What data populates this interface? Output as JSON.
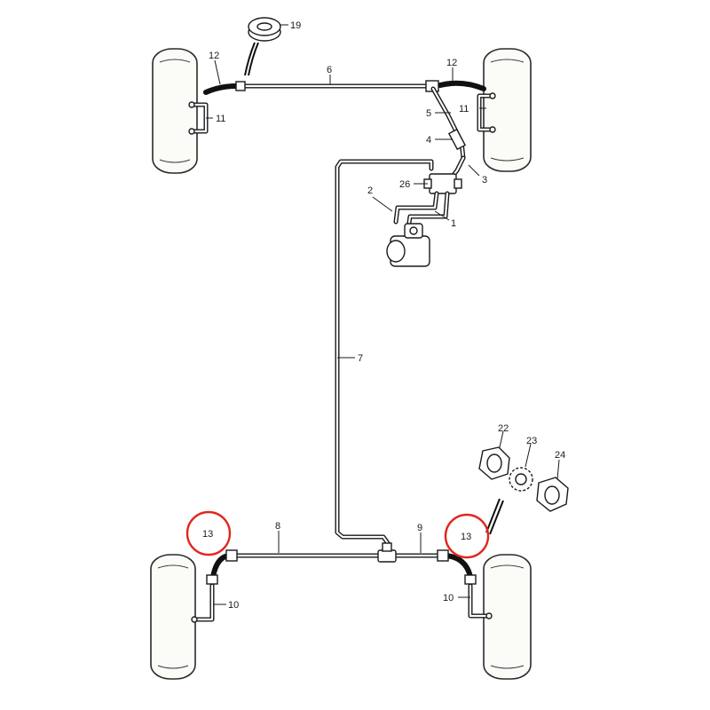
{
  "diagram": {
    "labels": {
      "c1": "1",
      "c2": "2",
      "c3": "3",
      "c4": "4",
      "c5": "5",
      "c6": "6",
      "c7": "7",
      "c8": "8",
      "c9": "9",
      "c10_left": "10",
      "c10_right": "10",
      "c11_left": "11",
      "c11_right": "11",
      "c12_left": "12",
      "c12_right": "12",
      "c13_left": "13",
      "c13_right": "13",
      "c19": "19",
      "c22": "22",
      "c23": "23",
      "c24": "24",
      "c26": "26"
    },
    "highlight_color": "#e0261f"
  }
}
